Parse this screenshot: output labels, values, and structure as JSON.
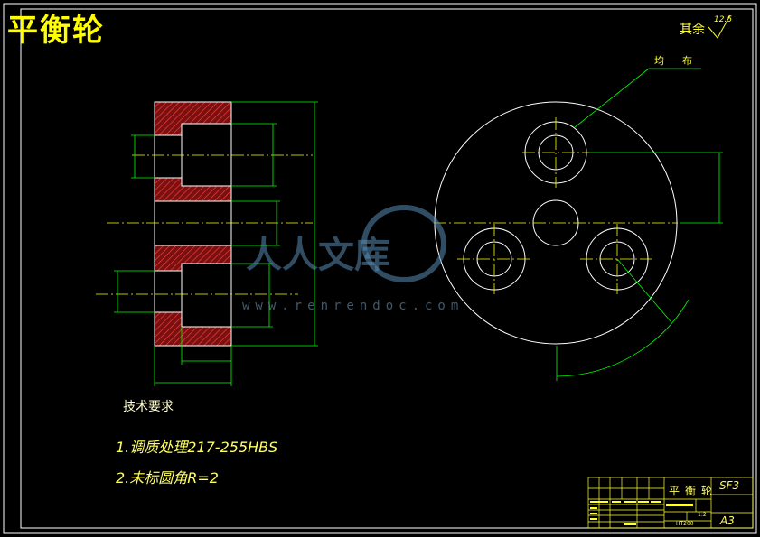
{
  "title": "平衡轮",
  "roughness": {
    "label": "其余",
    "value": "12.5"
  },
  "leader_label": "均布",
  "notes": {
    "title": "技术要求",
    "lines": [
      "1.调质处理217-255HBS",
      "2.未标圆角R=2"
    ]
  },
  "watermark": {
    "text": "人人文库",
    "url": "www.renrendoc.com"
  },
  "title_block": {
    "part_name": "平衡轮",
    "drawing_no": "SF3",
    "sheet_size": "A3",
    "material": "HT200",
    "scale": "1:2"
  },
  "colors": {
    "background": "#000000",
    "outline": "#ffffff",
    "dimension": "#00ff00",
    "centerline": "#ffff00",
    "hatch": "#ff3333",
    "text": "#ffff33"
  }
}
